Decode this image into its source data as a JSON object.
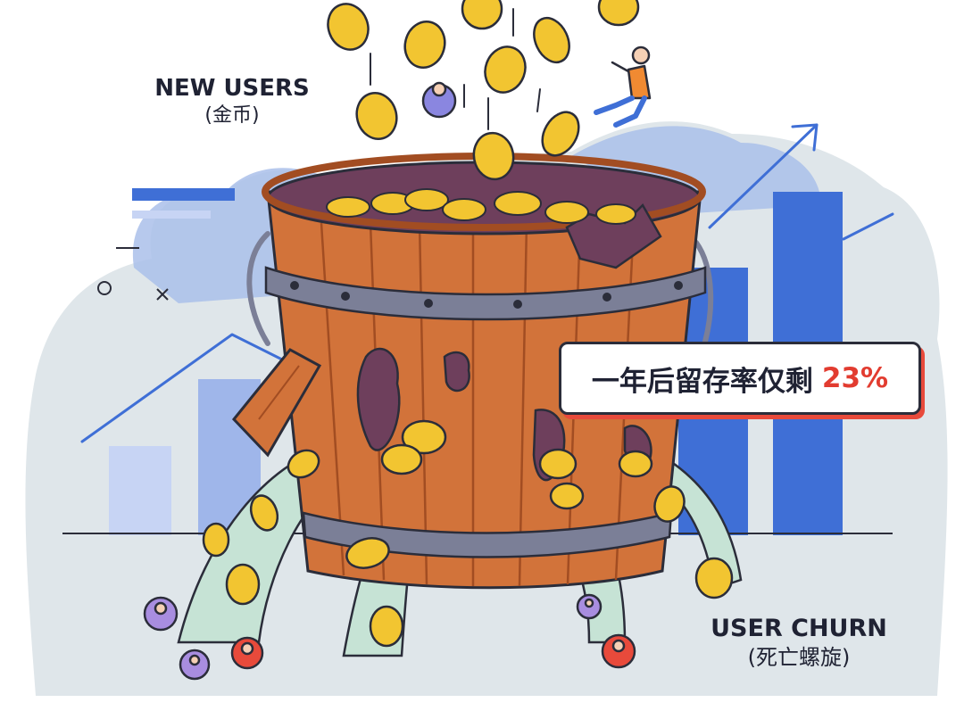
{
  "labels": {
    "new_users_title": "NEW USERS",
    "new_users_subtitle": "(金币)",
    "churn_title": "USER CHURN",
    "churn_subtitle": "(死亡螺旋)"
  },
  "callout": {
    "text": "一年后留存率仅剩",
    "percent": "23%"
  },
  "colors": {
    "bucket_wood": "#d2733a",
    "bucket_wood_dark": "#a24d22",
    "bucket_interior": "#6e3f5c",
    "hoop_metal": "#7b7f97",
    "coin_gold": "#f2c531",
    "coin_rim": "#d99e14",
    "bar_blue": "#3f6fd6",
    "bar_light": "#c7d4f4",
    "background_wash": "#dfe6ea",
    "leak_stream": "#c6e3d5",
    "accent_red": "#e23c30",
    "outline": "#2b2d3a"
  },
  "icons": [
    "coin-icon",
    "user-avatar-icon",
    "jumping-person-icon",
    "trend-arrow-icon",
    "broken-plank-icon",
    "bar-chart-icon"
  ]
}
